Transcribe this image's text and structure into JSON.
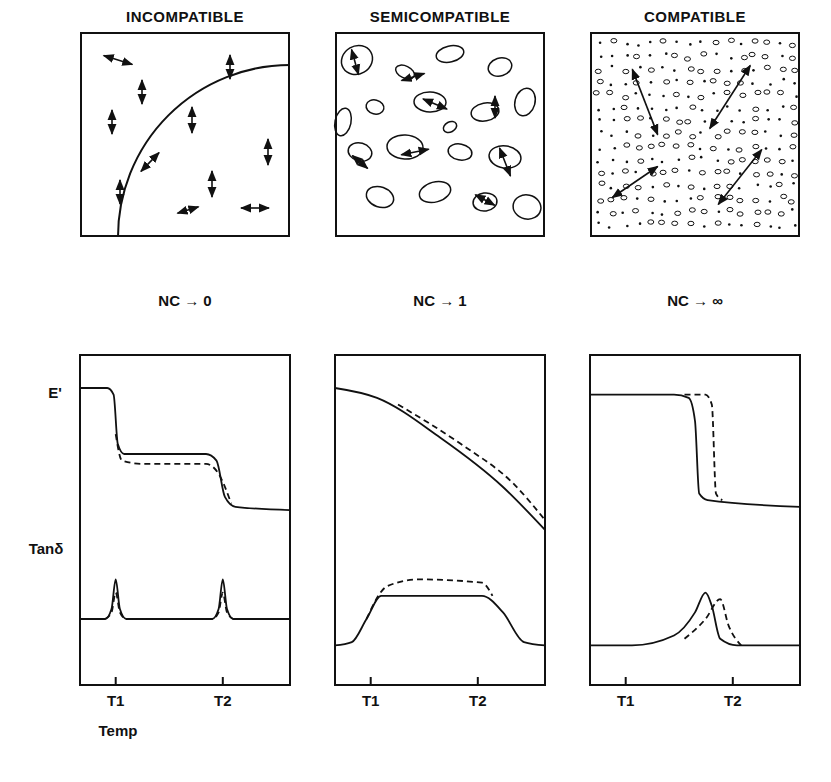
{
  "diagram": {
    "nodes": [
      {
        "text": [
          "INCOMPATIBLE"
        ]
      },
      {
        "text": [
          "SEMICOMPATIBLE"
        ]
      },
      {
        "text": [
          "COMPATIBLE"
        ]
      }
    ],
    "labels": [
      "NC → 0",
      "NC → 1",
      "NC → ∞",
      "E'",
      "Tanδ",
      "T1",
      "T2",
      "T1",
      "T2",
      "T1",
      "T2",
      "Temp"
    ]
  }
}
